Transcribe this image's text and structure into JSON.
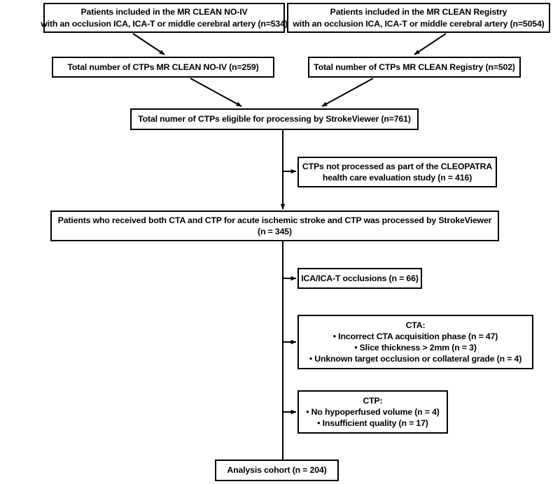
{
  "diagram": {
    "title": "Patient selection flow diagram",
    "type": "flowchart",
    "stroke_color": "#000000",
    "fill_color": "#ffffff",
    "text_color": "#000000"
  },
  "boxes": {
    "noiv_source": {
      "name": "mr-clean-no-iv-source",
      "lines": [
        "Patients included in the MR CLEAN NO-IV",
        "with an occlusion ICA, ICA-T or middle cerebral artery (n=534)"
      ],
      "n": 534
    },
    "registry_source": {
      "name": "mr-clean-registry-source",
      "lines": [
        "Patients included in the MR CLEAN Registry",
        "with an occlusion ICA, ICA-T or middle cerebral artery (n=5054)"
      ],
      "n": 5054
    },
    "noiv_ctp": {
      "name": "total-ctps-no-iv",
      "lines": [
        "Total number of CTPs MR CLEAN NO-IV (n=259)"
      ],
      "n": 259
    },
    "registry_ctp": {
      "name": "total-ctps-registry",
      "lines": [
        "Total number of CTPs MR CLEAN Registry (n=502)"
      ],
      "n": 502
    },
    "eligible": {
      "name": "total-ctps-eligible",
      "lines": [
        "Total numer of CTPs eligible for processing by StrokeViewer (n=761)"
      ],
      "n": 761
    },
    "not_processed": {
      "name": "ctps-not-processed-cleopatra",
      "lines": [
        "CTPs not processed as part of the CLEOPATRA",
        "health care evaluation study (n = 416)"
      ],
      "n": 416
    },
    "both_cta_ctp": {
      "name": "patients-both-cta-and-ctp",
      "lines": [
        "Patients who received both CTA and CTP for acute ischemic stroke and CTP was processed by StrokeViewer",
        "(n = 345)"
      ],
      "n": 345
    },
    "ica_occlusions": {
      "name": "ica-ica-t-occlusions-excluded",
      "lines": [
        "ICA/ICA-T occlusions (n = 66)"
      ],
      "n": 66
    },
    "cta_exclusions": {
      "name": "cta-exclusions",
      "lines": [
        "CTA:",
        "• Incorrect CTA acquisition phase (n = 47)",
        "• Slice thickness > 2mm (n = 3)",
        "• Unknown target occlusion or collateral grade (n = 4)"
      ],
      "heading": "CTA:",
      "items": [
        {
          "label": "Incorrect CTA acquisition phase",
          "n": 47
        },
        {
          "label": "Slice thickness > 2mm",
          "n": 3
        },
        {
          "label": "Unknown target occlusion or collateral grade",
          "n": 4
        }
      ]
    },
    "ctp_exclusions": {
      "name": "ctp-exclusions",
      "lines": [
        "CTP:",
        "• No hypoperfused volume (n = 4)",
        "• Insufficient quality (n = 17)"
      ],
      "heading": "CTP:",
      "items": [
        {
          "label": "No hypoperfused volume",
          "n": 4
        },
        {
          "label": "Insufficient quality",
          "n": 17
        }
      ]
    },
    "analysis_cohort": {
      "name": "analysis-cohort",
      "lines": [
        "Analysis cohort (n = 204)"
      ],
      "n": 204
    }
  },
  "connectors": [
    {
      "name": "arrow-noiv-source-to-noiv-ctp",
      "from": "noiv_source",
      "to": "noiv_ctp",
      "style": "diagonal-arrow"
    },
    {
      "name": "arrow-registry-source-to-registry-ctp",
      "from": "registry_source",
      "to": "registry_ctp",
      "style": "diagonal-arrow"
    },
    {
      "name": "arrow-noiv-ctp-to-eligible",
      "from": "noiv_ctp",
      "to": "eligible",
      "style": "diagonal-arrow"
    },
    {
      "name": "arrow-registry-ctp-to-eligible",
      "from": "registry_ctp",
      "to": "eligible",
      "style": "diagonal-arrow"
    },
    {
      "name": "trunk-line-eligible-to-analysis",
      "from": "eligible",
      "to": "analysis_cohort",
      "style": "vertical-line"
    },
    {
      "name": "arrow-trunk-to-not-processed",
      "from": "trunk",
      "to": "not_processed",
      "style": "horizontal-arrow"
    },
    {
      "name": "arrow-trunk-to-both-cta-ctp",
      "from": "trunk",
      "to": "both_cta_ctp",
      "style": "vertical-arrow"
    },
    {
      "name": "arrow-trunk-to-ica-occlusions",
      "from": "trunk",
      "to": "ica_occlusions",
      "style": "horizontal-arrow"
    },
    {
      "name": "arrow-trunk-to-cta-exclusions",
      "from": "trunk",
      "to": "cta_exclusions",
      "style": "horizontal-arrow"
    },
    {
      "name": "arrow-trunk-to-ctp-exclusions",
      "from": "trunk",
      "to": "ctp_exclusions",
      "style": "horizontal-arrow"
    }
  ]
}
